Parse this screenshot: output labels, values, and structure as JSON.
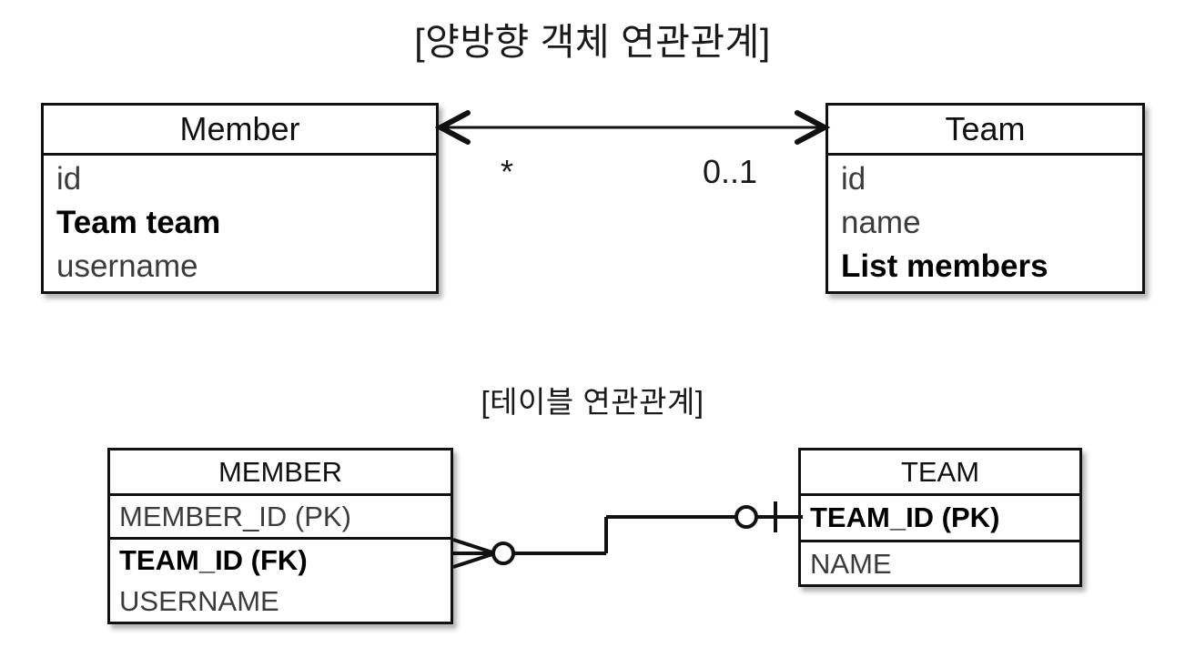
{
  "diagram": {
    "background_color": "#ffffff",
    "line_color": "#111111",
    "muted_text_color": "#3b3b3b",
    "sections": {
      "object_title": "[양방향 객체 연관관계]",
      "table_title": "[테이블 연관관계]"
    }
  },
  "object_model": {
    "classes": [
      {
        "name": "Member",
        "attributes": [
          {
            "text": "id",
            "emphasis": "normal"
          },
          {
            "text": "Team team",
            "emphasis": "bold"
          },
          {
            "text": "username",
            "emphasis": "normal"
          }
        ]
      },
      {
        "name": "Team",
        "attributes": [
          {
            "text": "id",
            "emphasis": "normal"
          },
          {
            "text": "name",
            "emphasis": "normal"
          },
          {
            "text": "List members",
            "emphasis": "bold"
          }
        ]
      }
    ],
    "association": {
      "style": "bidirectional-arrow",
      "source_multiplicity": "*",
      "target_multiplicity": "0..1"
    }
  },
  "table_model": {
    "tables": [
      {
        "name": "MEMBER",
        "columns": [
          {
            "text": "MEMBER_ID (PK)",
            "emphasis": "normal"
          },
          {
            "text": "TEAM_ID (FK)",
            "emphasis": "bold"
          },
          {
            "text": "USERNAME",
            "emphasis": "normal"
          }
        ]
      },
      {
        "name": "TEAM",
        "columns": [
          {
            "text": "TEAM_ID (PK)",
            "emphasis": "bold"
          },
          {
            "text": "NAME",
            "emphasis": "normal"
          }
        ]
      }
    ],
    "relationship": {
      "style": "crows-foot",
      "member_end": "zero-or-many",
      "team_end": "zero-or-one"
    }
  }
}
